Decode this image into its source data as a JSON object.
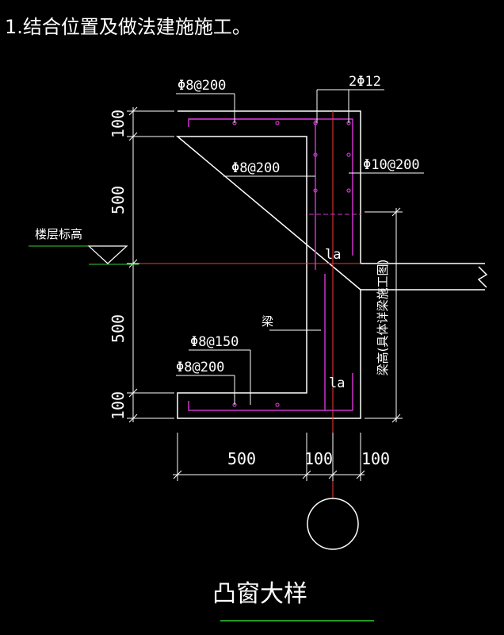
{
  "header": {
    "text": "1.结合位置及做法建施施工。"
  },
  "labels": {
    "rebar_top_left": "Φ8@200",
    "rebar_top_right": "2Φ12",
    "rebar_mid": "Φ8@200",
    "rebar_vertical": "Φ10@200",
    "floor_level": "楼层标高",
    "beam": "梁",
    "beam_height_note": "梁高(具体详梁施工图)",
    "anchor_upper": "la",
    "anchor_lower": "la",
    "rebar_bottom_1": "Φ8@150",
    "rebar_bottom_2": "Φ8@200"
  },
  "dimensions": {
    "left": [
      "100",
      "500",
      "500",
      "100"
    ],
    "bottom": [
      "500",
      "100",
      "100"
    ]
  },
  "title": {
    "text": "凸窗大样"
  },
  "colors": {
    "background": "#000000",
    "outline": "#ffffff",
    "rebar": "#cc33cc",
    "axis": "#ff3333",
    "dimension": "#ffffff",
    "floor_line": "#33cc33",
    "underline": "#33cc33"
  }
}
